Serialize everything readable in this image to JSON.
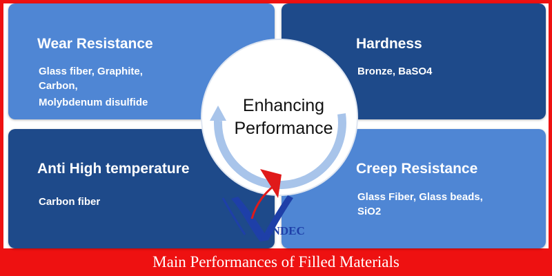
{
  "panels": {
    "top_left": {
      "title": "Wear Resistance",
      "body": [
        "Glass fiber, Graphite,",
        "Carbon,",
        "Molybdenum disulfide"
      ]
    },
    "top_right": {
      "title": "Hardness",
      "body": [
        "Bronze, BaSO4"
      ]
    },
    "bottom_left": {
      "title": "Anti High temperature",
      "body": [
        "Carbon fiber"
      ]
    },
    "bottom_right": {
      "title": "Creep Resistance",
      "body": [
        "Glass Fiber, Glass beads,",
        "SiO2"
      ]
    }
  },
  "center": {
    "line1": "Enhancing",
    "line2": "Performance"
  },
  "logo": {
    "text": "INDEC"
  },
  "footer": {
    "caption": "Main Performances of Filled Materials"
  },
  "colors": {
    "frame": "#ee1111",
    "panel_light": "#4f86d4",
    "panel_dark": "#1e4a8a",
    "arrow": "#a8c4ea",
    "logo_blue": "#1e3fa8",
    "logo_red": "#e01a1a"
  },
  "icons": {
    "circle_arrow": "circular-arrow-icon",
    "logo": "indec-logo-icon"
  }
}
